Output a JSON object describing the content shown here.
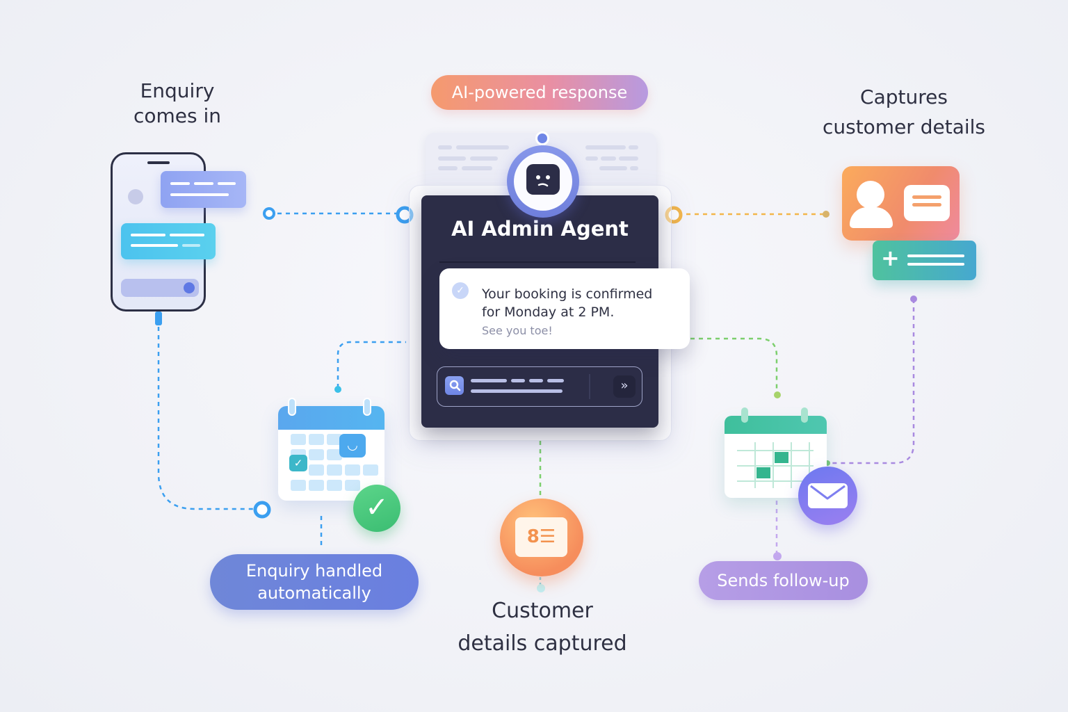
{
  "captions": {
    "enquiry_line1": "Enquiry",
    "enquiry_line2": "comes in",
    "captures_line1": "Captures",
    "captures_line2": "customer details",
    "customer_line1": "Customer",
    "customer_line2": "details captured"
  },
  "pills": {
    "ai_response": "AI-powered response",
    "handled_line1": "Enquiry handled",
    "handled_line2": "automatically",
    "follow_up": "Sends follow-up"
  },
  "agent": {
    "title": "AI Admin Agent",
    "message_line1": "Your booking is confirmed",
    "message_line2": "for Monday at 2 PM.",
    "message_line3": "See you toe!"
  },
  "icons": [
    "phone-icon",
    "chat-bubble-icon",
    "robot-icon",
    "check-icon",
    "search-icon",
    "send-arrow-icon",
    "calendar-icon",
    "check-badge-icon",
    "list-icon",
    "user-icon",
    "plus-icon",
    "mail-icon"
  ],
  "colors": {
    "agent_panel": "#2c2d47",
    "blue_connector": "#3b9ff0",
    "yellow_connector": "#f3b64a",
    "green_connector": "#7ccf6d",
    "purple_connector": "#a98ae0",
    "ai_pill_start": "#f59a6e",
    "handled_pill": "#6f87d8",
    "followup_pill": "#b69ee6"
  }
}
